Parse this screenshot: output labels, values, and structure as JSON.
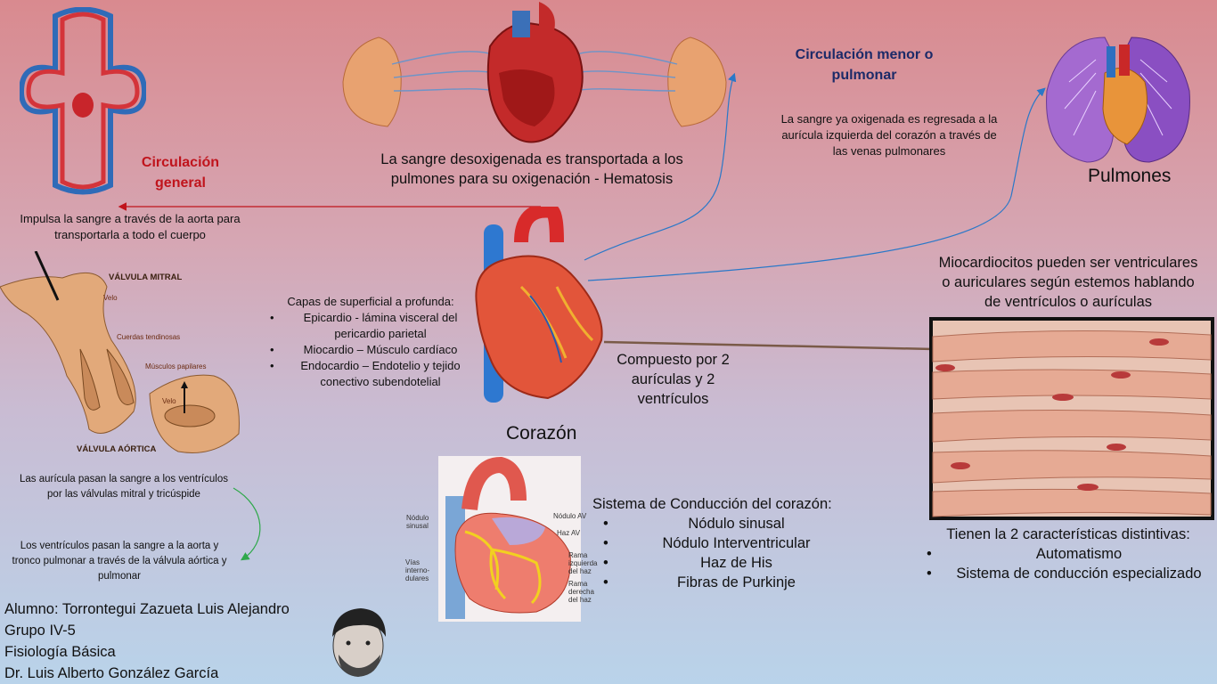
{
  "circulacion_general": {
    "title_line1": "Circulación",
    "title_line2": "general",
    "desc_line1": "Impulsa la sangre a través de la aorta para",
    "desc_line2": "transportarla a todo el cuerpo"
  },
  "pulmonar_top": {
    "line1": "La sangre desoxigenada es transportada a los",
    "line2": "pulmones para su oxigenación - Hematosis"
  },
  "circulacion_menor": {
    "title_line1": "Circulación menor o",
    "title_line2": "pulmonar",
    "desc_line1": "La sangre ya oxigenada es regresada a la",
    "desc_line2": "aurícula izquierda del corazón a través de",
    "desc_line3": "las venas pulmonares"
  },
  "pulmones_label": "Pulmones",
  "miocardiocitos": {
    "line1": "Miocardiocitos pueden ser ventriculares",
    "line2": "o auriculares según estemos hablando",
    "line3": "de ventrículos o aurículas"
  },
  "capas": {
    "title": "Capas de superficial a profunda:",
    "items": [
      {
        "line1": "Epicardio - lámina visceral del",
        "line2": "pericardio parietal"
      },
      {
        "line1": "Miocardio – Músculo cardíaco",
        "line2": ""
      },
      {
        "line1": "Endocardio – Endotelio y tejido",
        "line2": "conectivo subendotelial"
      }
    ]
  },
  "compuesto": {
    "line1": "Compuesto por 2",
    "line2": "aurículas y 2",
    "line3": "ventrículos"
  },
  "corazon_label": "Corazón",
  "valvulas": {
    "mitral": "VÁLVULA MITRAL",
    "aortica": "VÁLVULA AÓRTICA",
    "velo1": "Velo",
    "cuerdas": "Cuerdas tendinosas",
    "musculos": "Músculos papilares",
    "velo2": "Velo"
  },
  "auricula_text": {
    "line1": "Las aurícula pasan la sangre a los ventrículos",
    "line2": "por las válvulas mitral y tricúspide"
  },
  "ventriculo_text": {
    "line1": "Los ventrículos pasan la sangre a la aorta y",
    "line2": "tronco pulmonar a través de la válvula aórtica y",
    "line3": "pulmonar"
  },
  "conduccion_labels": {
    "nodulo_sinusal_1": "Nódulo",
    "nodulo_sinusal_2": "sinusal",
    "vias_1": "Vías",
    "vias_2": "interno-",
    "vias_3": "dulares",
    "nodulo_av": "Nódulo AV",
    "haz_av": "Haz AV",
    "rama_izq_1": "Rama",
    "rama_izq_2": "izquierda",
    "rama_izq_3": "del haz",
    "rama_der_1": "Rama",
    "rama_der_2": "derecha",
    "rama_der_3": "del haz"
  },
  "sistema": {
    "title": "Sistema de Conducción del corazón:",
    "items": [
      "Nódulo sinusal",
      "Nódulo Interventricular",
      "Haz de His",
      "Fibras de Purkinje"
    ]
  },
  "caracteristicas": {
    "title": "Tienen la 2 características distintivas:",
    "items": [
      "Automatismo",
      "Sistema de conducción especializado"
    ]
  },
  "credits": {
    "alumno": "Alumno: Torrontegui Zazueta Luis Alejandro",
    "grupo": "Grupo IV-5",
    "materia": "Fisiología Básica",
    "profesor": "Dr. Luis Alberto González García"
  },
  "bullet_glyph": "•",
  "colors": {
    "red_title": "#c0141c",
    "navy_title": "#1c2a68",
    "arrow_red": "#c0141c",
    "arrow_blue": "#2a78c8",
    "arrow_green": "#2ea84a"
  }
}
